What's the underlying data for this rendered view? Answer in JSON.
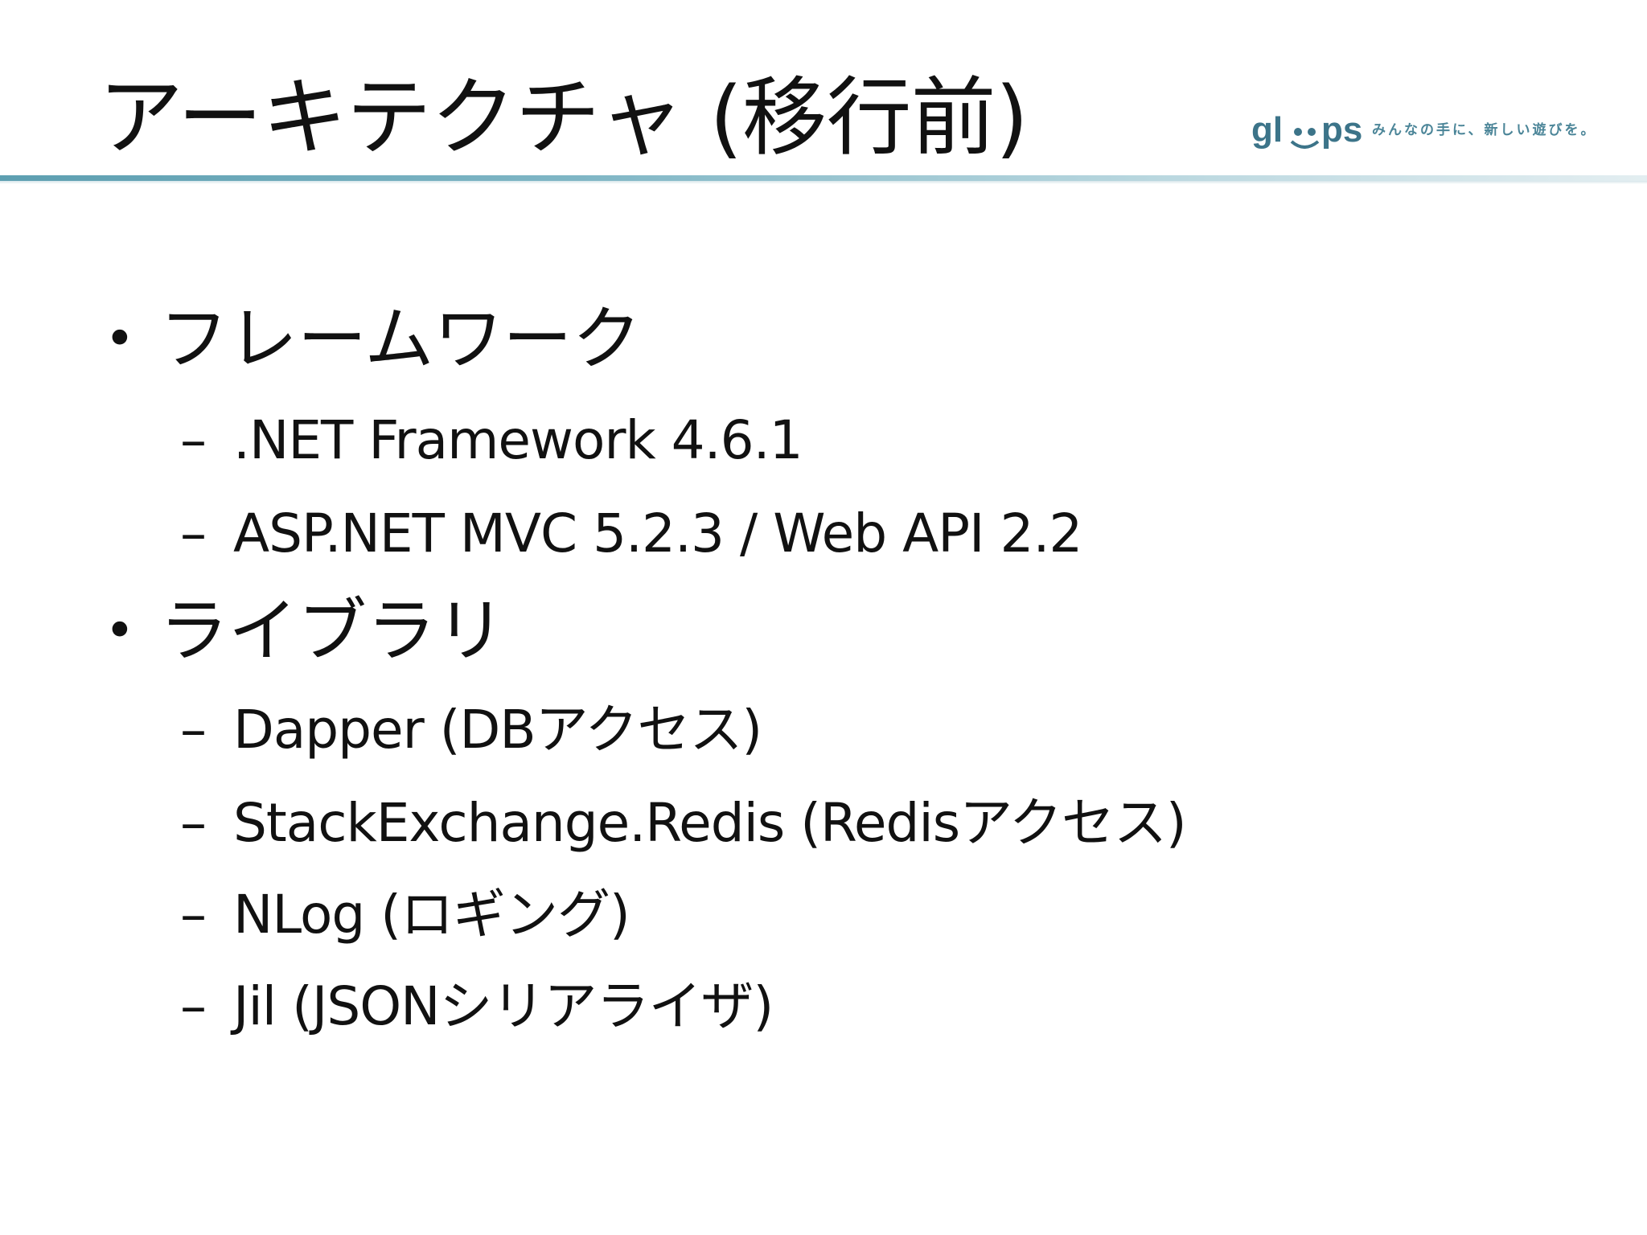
{
  "slide": {
    "title": "アーキテクチャ (移行前)"
  },
  "logo": {
    "brand": "gl••ps",
    "tagline": "みんなの手に、新しい遊びを。",
    "accent_color": "#3c7489"
  },
  "sections": [
    {
      "bullet": "•",
      "heading": "フレームワーク",
      "items": [
        ".NET Framework 4.6.1",
        "ASP.NET MVC 5.2.3 / Web API 2.2"
      ]
    },
    {
      "bullet": "•",
      "heading": "ライブラリ",
      "items": [
        "Dapper (DBアクセス)",
        "StackExchange.Redis (Redisアクセス)",
        "NLog (ロギング)",
        "Jil (JSONシリアライザ)"
      ]
    }
  ],
  "dash": "–"
}
